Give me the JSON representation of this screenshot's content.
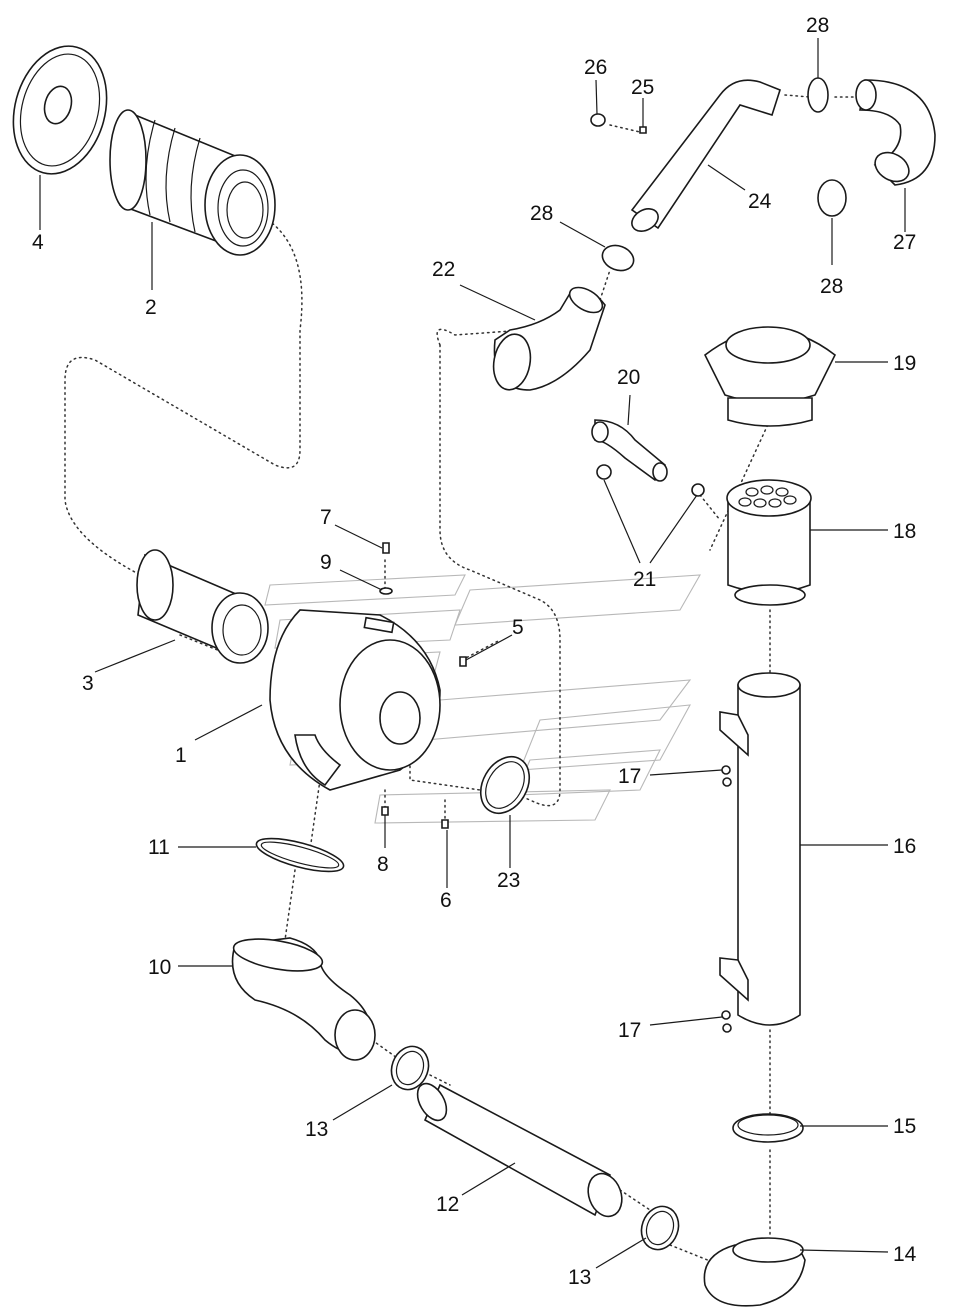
{
  "callouts": {
    "1": "1",
    "2": "2",
    "3": "3",
    "4": "4",
    "5": "5",
    "6": "6",
    "7": "7",
    "8": "8",
    "9": "9",
    "10": "10",
    "11": "11",
    "12": "12",
    "13a": "13",
    "13b": "13",
    "14": "14",
    "15": "15",
    "16": "16",
    "17a": "17",
    "17b": "17",
    "18": "18",
    "19": "19",
    "20": "20",
    "21": "21",
    "22": "22",
    "23": "23",
    "24": "24",
    "25": "25",
    "26": "26",
    "27": "27",
    "28a": "28",
    "28b": "28",
    "28c": "28"
  }
}
